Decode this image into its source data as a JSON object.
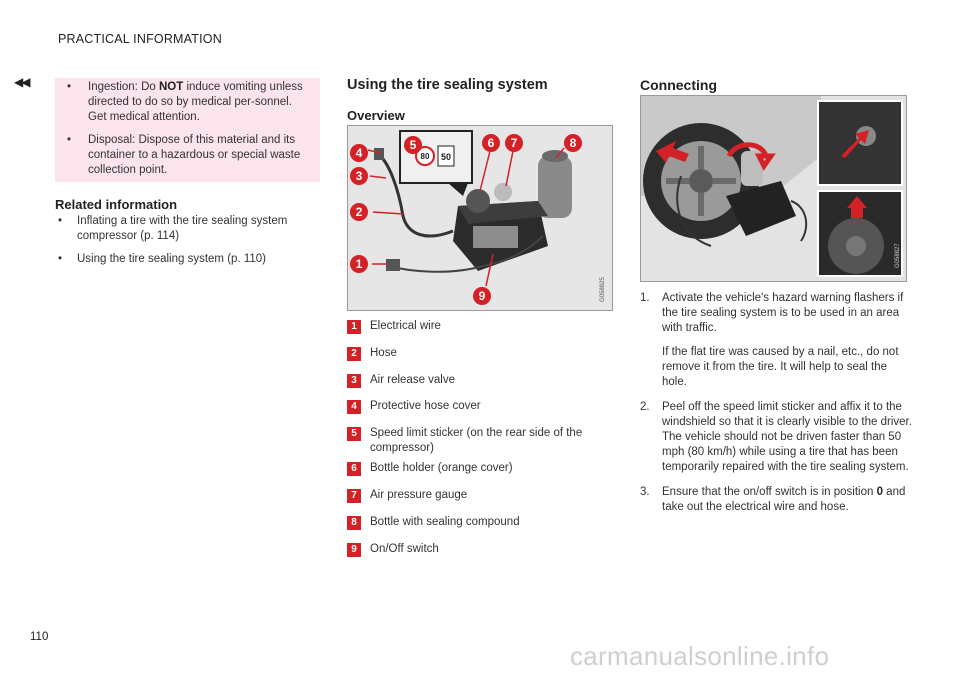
{
  "header": {
    "section_title": "PRACTICAL INFORMATION",
    "back_arrow": "◀◀"
  },
  "warning": {
    "items": [
      {
        "pre": "Ingestion: Do ",
        "bold": "NOT",
        "post": " induce vomiting unless directed to do so by medical per-sonnel. Get medical attention."
      },
      {
        "pre": "Disposal: Dispose of this material and its container to a hazardous or special waste collection point.",
        "bold": "",
        "post": ""
      }
    ]
  },
  "related": {
    "title": "Related information",
    "items": [
      "Inflating a tire with the tire sealing system compressor (p. 114)",
      "Using the tire sealing system (p. 110)"
    ]
  },
  "main": {
    "title": "Using the tire sealing system",
    "overview": {
      "title": "Overview",
      "figure_code": "G058825",
      "sticker_values": [
        "80",
        "50"
      ],
      "legend": [
        {
          "num": "1",
          "text": "Electrical wire"
        },
        {
          "num": "2",
          "text": "Hose"
        },
        {
          "num": "3",
          "text": "Air release valve"
        },
        {
          "num": "4",
          "text": "Protective hose cover"
        },
        {
          "num": "5",
          "text": "Speed limit sticker (on the rear side of the compressor)"
        },
        {
          "num": "6",
          "text": "Bottle holder (orange cover)"
        },
        {
          "num": "7",
          "text": "Air pressure gauge"
        },
        {
          "num": "8",
          "text": "Bottle with sealing compound"
        },
        {
          "num": "9",
          "text": "On/Off switch"
        }
      ]
    }
  },
  "connecting": {
    "title": "Connecting",
    "figure_code": "G058827",
    "steps": [
      {
        "num": "1.",
        "paras": [
          "Activate the vehicle's hazard warning flashers if the tire sealing system is to be used in an area with traffic.",
          "If the flat tire was caused by a nail, etc., do not remove it from the tire. It will help to seal the hole."
        ]
      },
      {
        "num": "2.",
        "paras": [
          "Peel off the speed limit sticker and affix it to the windshield so that it is clearly visible to the driver. The vehicle should not be driven faster than 50 mph (80 km/h) while using a tire that has been temporarily repaired with the tire sealing system."
        ]
      },
      {
        "num": "3.",
        "pre": "Ensure that the on/off switch is in position ",
        "bold": "0",
        "post": " and take out the electrical wire and hose."
      }
    ]
  },
  "footer": {
    "page_number": "110",
    "watermark": "carmanualsonline.info"
  },
  "colors": {
    "accent_red": "#d42027",
    "warning_bg": "#fbe4ec"
  }
}
